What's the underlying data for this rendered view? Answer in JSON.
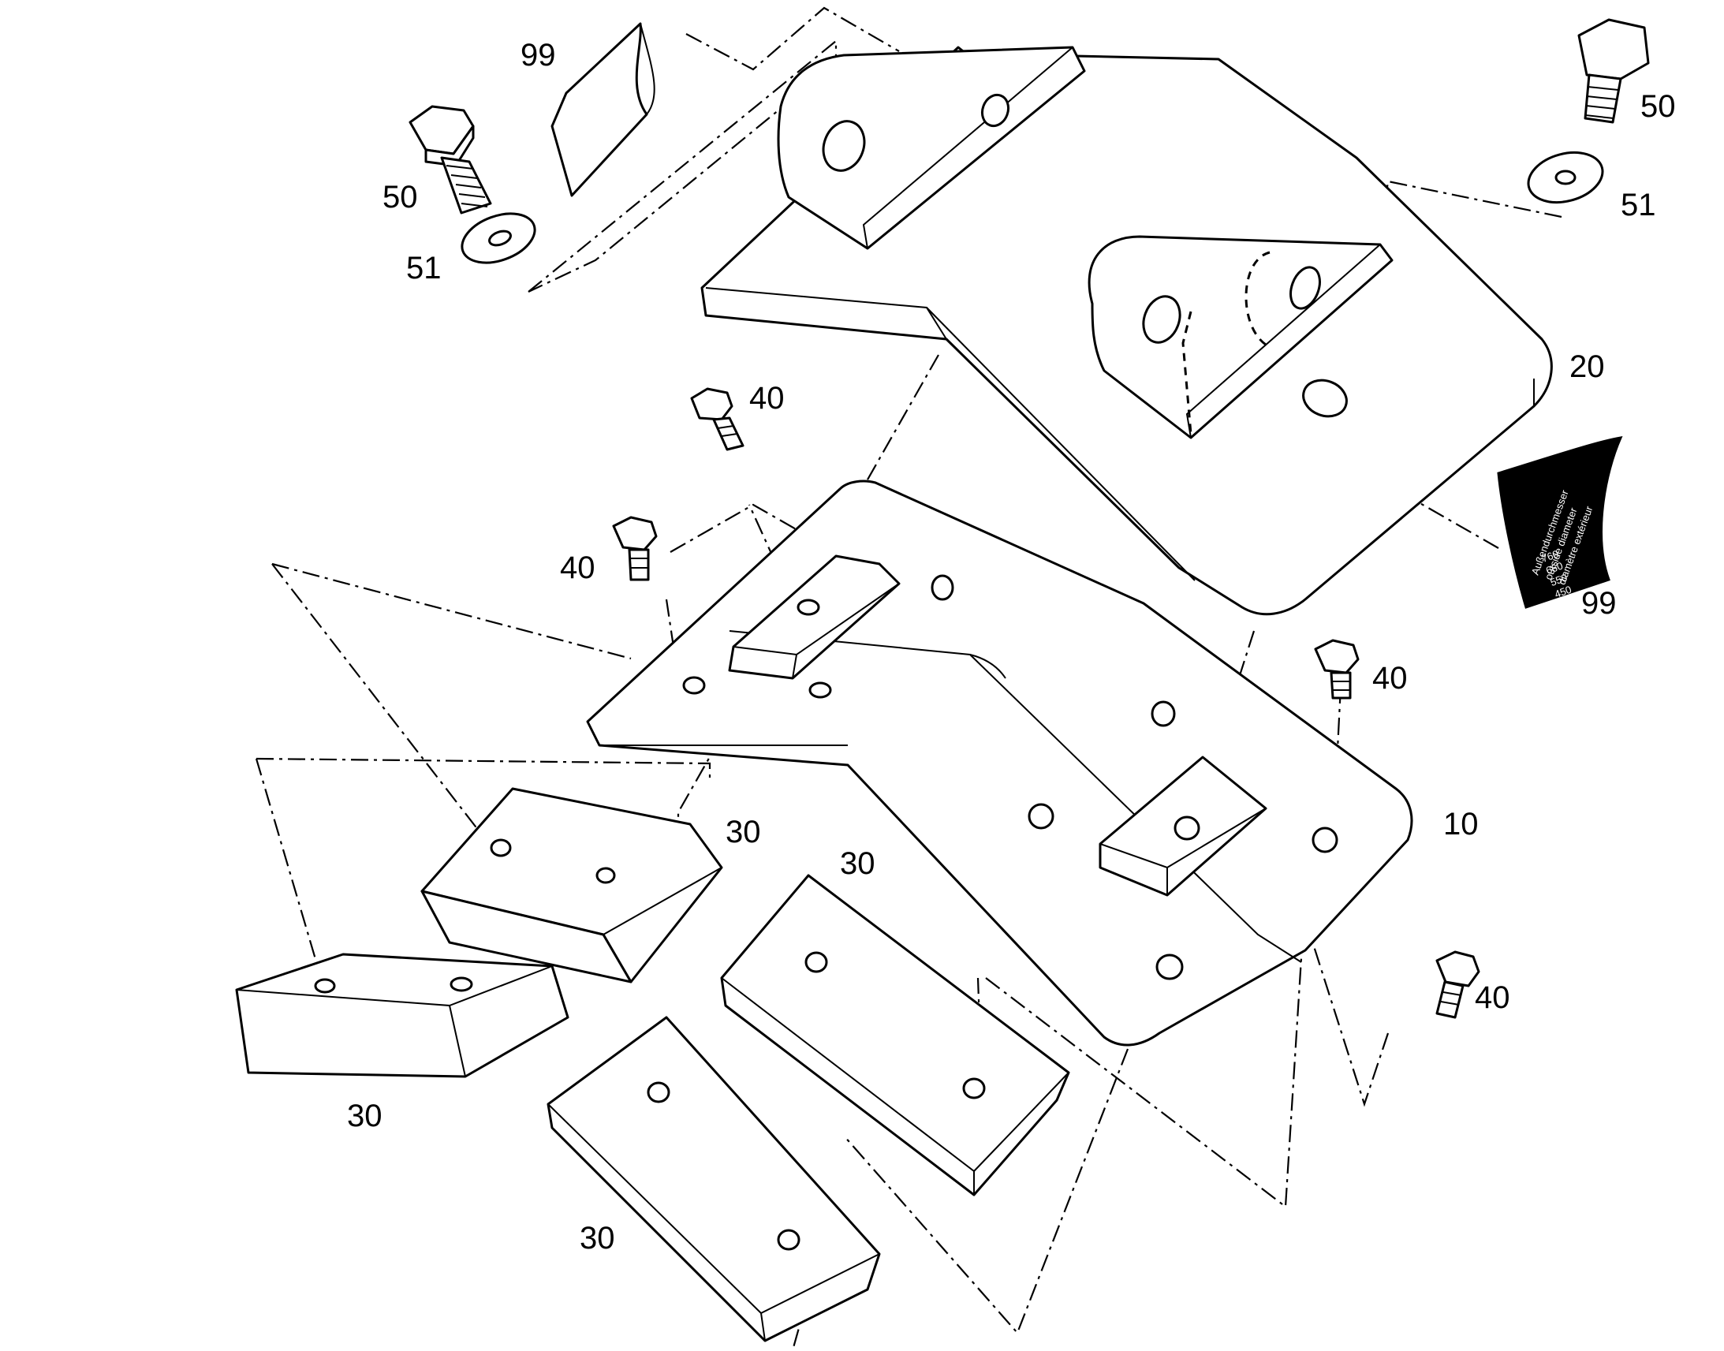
{
  "diagram": {
    "callouts": {
      "c99_top": "99",
      "c50_left": "50",
      "c51_left": "51",
      "c50_right": "50",
      "c51_right": "51",
      "c20": "20",
      "c40_upper": "40",
      "c40_left": "40",
      "c40_right": "40",
      "c40_lower_right": "40",
      "c99_label": "99",
      "c10": "10",
      "c30_a": "30",
      "c30_b": "30",
      "c30_c": "30",
      "c30_d": "30"
    },
    "label_plate": {
      "line1": "Außendurchmesser",
      "line2": "outside diameter",
      "line3": "diamètre extérieur",
      "row1": "760",
      "row2": "660",
      "row3": "550",
      "row4": "450"
    }
  }
}
